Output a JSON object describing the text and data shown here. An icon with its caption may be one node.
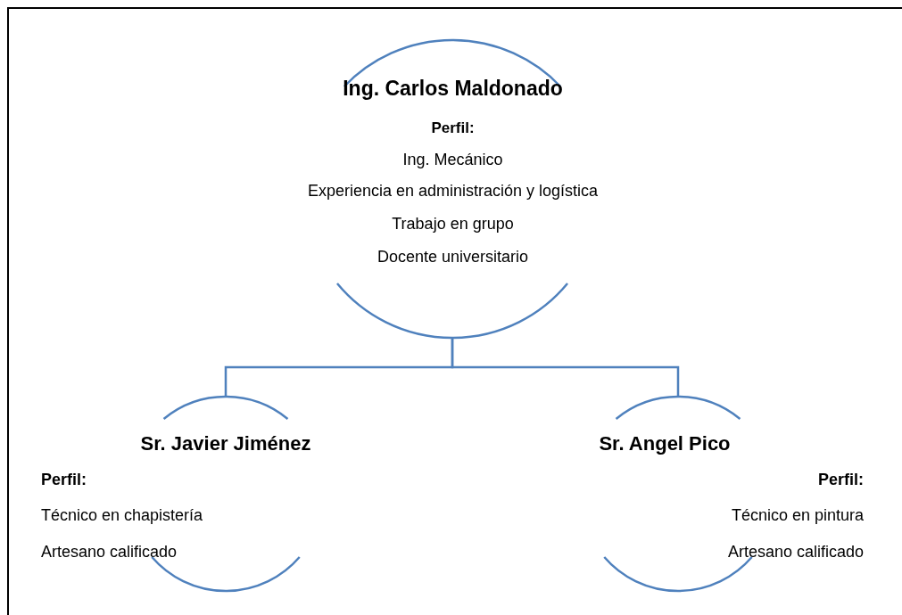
{
  "diagram": {
    "nodes": [
      {
        "text": [
          "Ing. Carlos Maldonado",
          "Perfil:",
          "Ing. Mecánico",
          "Experiencia en administración y logística",
          "Trabajo en grupo",
          "Docente universitario"
        ]
      },
      {
        "text": [
          "Sr. Javier Jiménez",
          "Perfil:",
          "Técnico en chapistería",
          "Artesano calificado"
        ]
      },
      {
        "text": [
          "Sr. Angel Pico",
          "Perfil:",
          "Técnico en pintura",
          "Artesano calificado"
        ]
      }
    ],
    "edges": [
      {
        "from": 0,
        "to": 1,
        "arrow": "none"
      },
      {
        "from": 0,
        "to": 2,
        "arrow": "none"
      }
    ]
  }
}
